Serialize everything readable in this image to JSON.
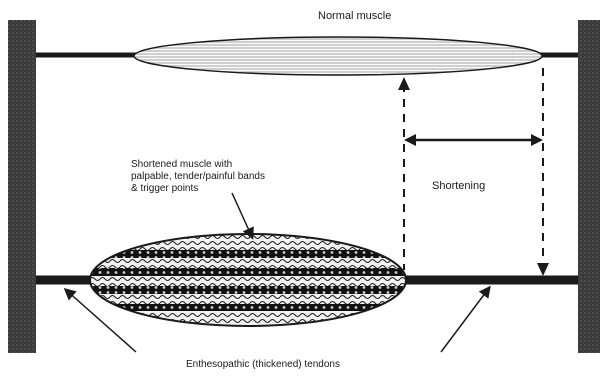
{
  "labels": {
    "normal_muscle": "Normal muscle",
    "shortened_muscle_line1": "Shortened muscle with",
    "shortened_muscle_line2": "palpable, tender/painful bands",
    "shortened_muscle_line3": "& trigger points",
    "shortening": "Shortening",
    "tendons": "Enthesopathic (thickened) tendons"
  },
  "colors": {
    "ink": "#1a1a1a",
    "bone_fill": "#2b2b2b",
    "muscle_fill_light": "#d4d4d4",
    "background": "#ffffff"
  }
}
